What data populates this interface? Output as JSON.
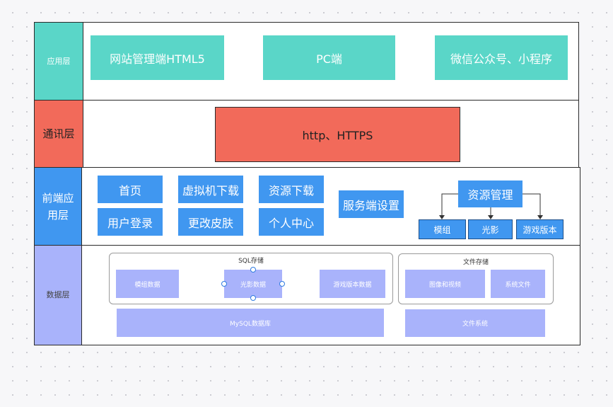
{
  "layers": {
    "app": {
      "label": "应用层",
      "color": "#5ad6c8"
    },
    "comm": {
      "label": "通讯层",
      "color": "#f26a5a"
    },
    "frontend": {
      "label": "前端应用层",
      "color": "#4097f0"
    },
    "data": {
      "label": "数据层",
      "color": "#a9b3fb"
    }
  },
  "app_boxes": [
    "网站管理端HTML5",
    "PC端",
    "微信公众号、小程序"
  ],
  "comm_box": "http、HTTPS",
  "frontend_boxes": {
    "home": "首页",
    "vm_download": "虚拟机下载",
    "resource_download": "资源下载",
    "login": "用户登录",
    "change_skin": "更改皮肤",
    "personal_center": "个人中心",
    "server_settings": "服务端设置",
    "resource_mgmt": "资源管理",
    "sub_model": "模组",
    "sub_light": "光影",
    "sub_version": "游戏版本"
  },
  "data_boxes": {
    "sql_group": "SQL存储",
    "file_group": "文件存储",
    "model_data": "模组数据",
    "light_data": "光影数据",
    "version_data": "游戏版本数据",
    "image_video": "图像和视频",
    "system_file": "系统文件",
    "mysql": "MySQL数据库",
    "filesystem": "文件系统"
  }
}
